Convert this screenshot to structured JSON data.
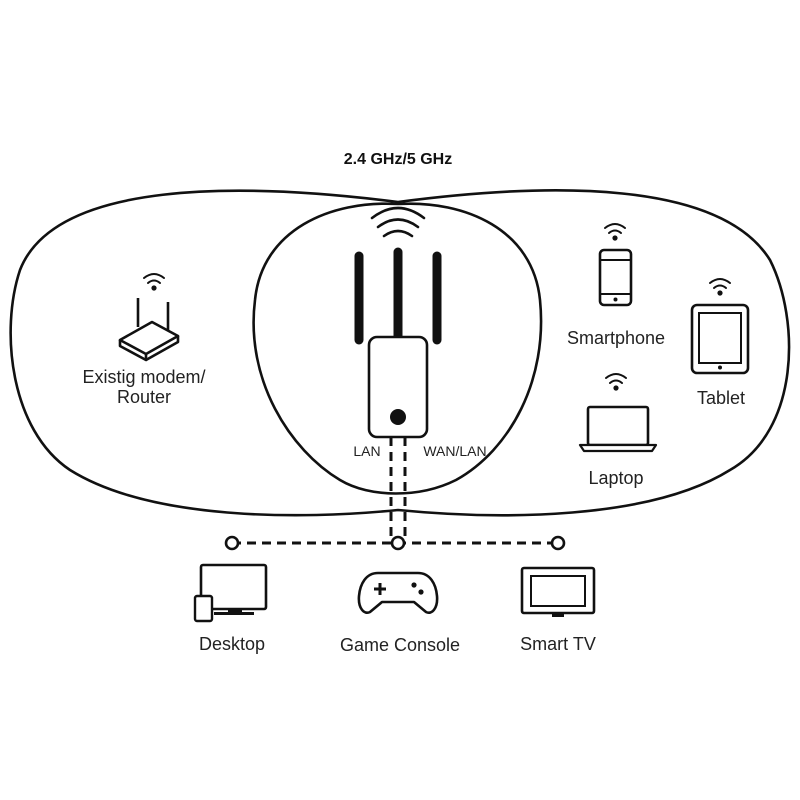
{
  "title": "2.4 GHz/5 GHz",
  "extender": {
    "port_lan": "LAN",
    "port_wan": "WAN/LAN"
  },
  "wireless_devices": {
    "router_line1": "Existig modem/",
    "router_line2": "Router",
    "smartphone": "Smartphone",
    "tablet": "Tablet",
    "laptop": "Laptop"
  },
  "wired_devices": {
    "desktop": "Desktop",
    "game_console": "Game Console",
    "smart_tv": "Smart TV"
  },
  "colors": {
    "line": "#111111",
    "text": "#222222",
    "background": "#ffffff"
  }
}
